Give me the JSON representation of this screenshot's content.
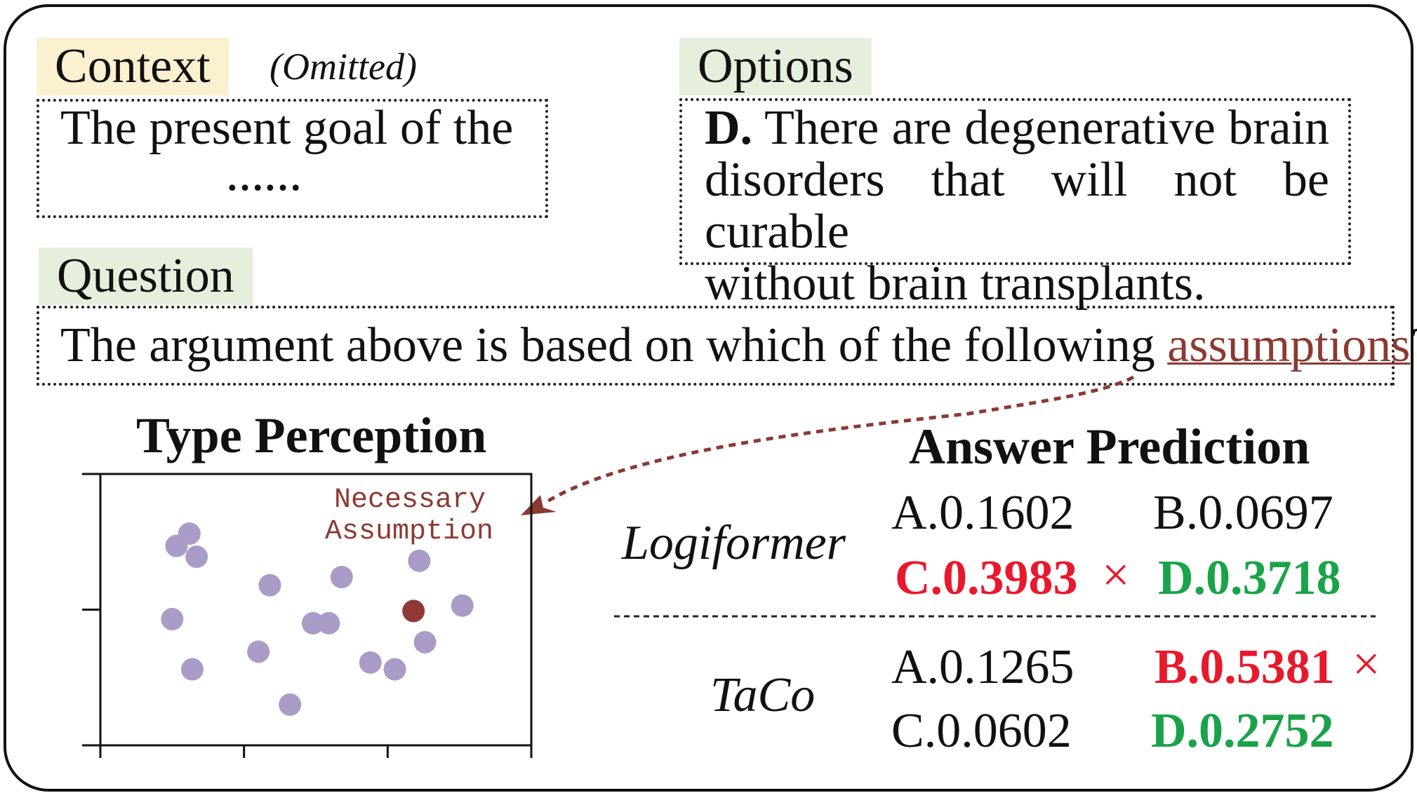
{
  "context": {
    "label": "Context",
    "note": "(Omitted)",
    "line1": "The present goal of the",
    "ellipsis": "……"
  },
  "options": {
    "label": "Options",
    "letter": "D.",
    "line1": "There are degenerative brain",
    "line2": "disorders that will not be curable",
    "line3": "without brain transplants."
  },
  "question": {
    "label": "Question",
    "text_before": "The argument above is based on which of the following ",
    "keyword": "assumptions",
    "text_after": "?"
  },
  "type_perception": {
    "title": "Type Perception",
    "annotation_line1": "Necessary",
    "annotation_line2": "Assumption"
  },
  "answer_prediction": {
    "title": "Answer Prediction",
    "cross_symbol": "×",
    "logiformer": {
      "name": "Logiformer",
      "a": "A.0.1602",
      "b": "B.0.0697",
      "c": "C.0.3983",
      "d": "D.0.3718"
    },
    "taco": {
      "name": "TaCo",
      "a": "A.0.1265",
      "b": "B.0.5381",
      "c": "C.0.0602",
      "d": "D.0.2752"
    }
  },
  "colors": {
    "point": "#ab9bc7",
    "highlight_point": "#8f3a36",
    "arrow": "#8b3a32",
    "wrong": "#e8192c",
    "correct": "#1aa34a"
  },
  "chart_data": {
    "type": "scatter",
    "title": "Type Perception",
    "xlabel": "",
    "ylabel": "",
    "xlim": [
      0,
      3
    ],
    "ylim": [
      0,
      2
    ],
    "x_ticks": [
      0,
      1,
      2,
      3
    ],
    "y_ticks": [
      0,
      1,
      2
    ],
    "grid": false,
    "series": [
      {
        "points": [
          [
            0.62,
            1.56
          ],
          [
            0.53,
            1.47
          ],
          [
            0.67,
            1.39
          ],
          [
            0.5,
            0.93
          ],
          [
            0.64,
            0.56
          ],
          [
            1.18,
            1.18
          ],
          [
            1.1,
            0.69
          ],
          [
            1.32,
            0.3
          ],
          [
            1.48,
            0.9
          ],
          [
            1.59,
            0.9
          ],
          [
            1.68,
            1.24
          ],
          [
            1.88,
            0.61
          ],
          [
            2.05,
            0.56
          ],
          [
            2.22,
            1.36
          ],
          [
            2.26,
            0.76
          ],
          [
            2.52,
            1.03
          ]
        ]
      },
      {
        "name": "Necessary Assumption",
        "points": [
          [
            2.18,
            0.99
          ]
        ]
      }
    ]
  }
}
